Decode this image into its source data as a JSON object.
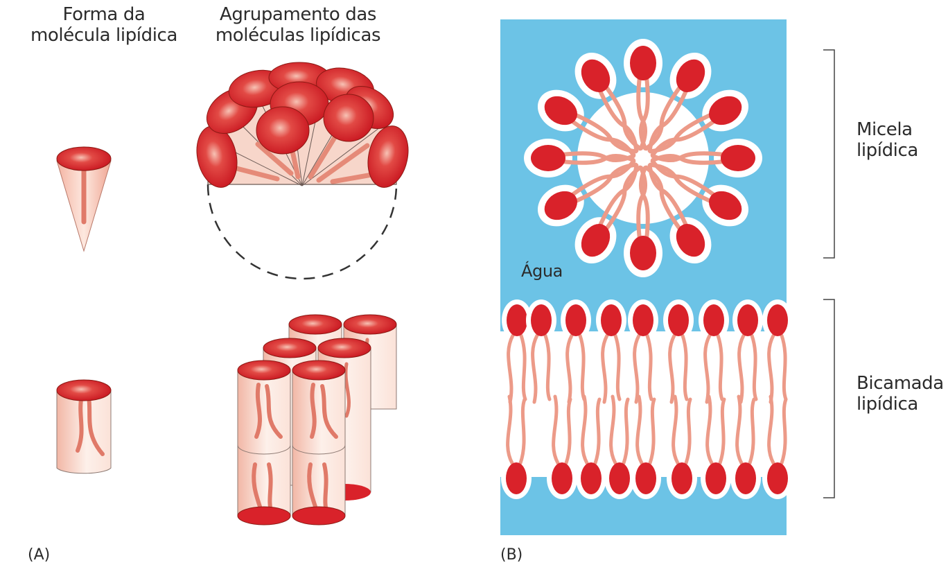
{
  "panel_a": {
    "header_shape_line1": "Forma da",
    "header_shape_line2": "molécula lipídica",
    "header_group_line1": "Agrupamento das",
    "header_group_line2": "moléculas lipídicas",
    "tag": "(A)"
  },
  "panel_b": {
    "water_label": "Água",
    "micelle_line1": "Micela",
    "micelle_line2": "lipídica",
    "bilayer_line1": "Bicamada",
    "bilayer_line2": "lipídica",
    "tag": "(B)"
  },
  "colors": {
    "water": "#6cc3e6",
    "head": "#d9222a",
    "tail": "#ec9a88",
    "cone_body": "#f6cdbf"
  }
}
